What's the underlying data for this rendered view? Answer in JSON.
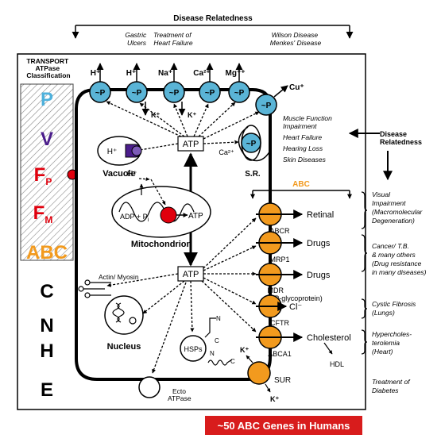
{
  "header": {
    "disease_relatedness": "Disease Relatedness",
    "gastric_ulcers": "Gastric\nUlcers",
    "heart_failure_treatment": "Treatment of\nHeart Failure",
    "wilson_menkes": "Wilson Disease\nMenkes' Disease"
  },
  "left_panel": {
    "title": "TRANSPORT\nATPase\nClassification",
    "class_p": "P",
    "class_v": "V",
    "class_fp": "F",
    "class_fp_sub": "P",
    "class_fm": "F",
    "class_fm_sub": "M",
    "class_abc": "ABC",
    "class_c": "C",
    "class_n": "N",
    "class_h": "H",
    "class_e": "E"
  },
  "pumps": {
    "p_label": "~P",
    "h1": "H⁺",
    "h2": "H⁺",
    "na": "Na⁺",
    "ca": "Ca²⁺",
    "mg": "Mg⁺⁺",
    "cu": "Cu⁺",
    "k1": "K⁺",
    "k2": "K⁺"
  },
  "cell": {
    "atp_top": "ATP",
    "atp_mid": "ATP",
    "vacuole": "Vacuole",
    "vacuole_h": "H⁺",
    "sr": "S.R.",
    "sr_ca": "Ca²⁺",
    "mito_h": "H⁺",
    "mito_adp": "ADP + P",
    "mito_adp_sub": "i",
    "mito_atp": "ATP",
    "mitochondrion": "Mitochondrion",
    "actin": "Actin/ Myosin",
    "nucleus": "Nucleus",
    "hsps": "HSPs",
    "hsp_n": "N",
    "hsp_c": "C",
    "hsp_n2": "N",
    "hsp_c2": "C",
    "ecto": "Ecto\nATPase"
  },
  "abc": {
    "label": "ABC",
    "transporters": [
      {
        "name": "ABCR",
        "substrate": "Retinal"
      },
      {
        "name": "MRP1",
        "substrate": "Drugs"
      },
      {
        "name": "MDR\n(P-glycoprotein)",
        "substrate": "Drugs"
      },
      {
        "name": "CFTR",
        "substrate": "Cl⁻"
      },
      {
        "name": "ABCA1",
        "substrate": "Cholesterol"
      }
    ],
    "hdl": "HDL",
    "sur": "SUR",
    "sur_k_in": "K⁺",
    "sur_k_out": "K⁺"
  },
  "right_diseases": {
    "p_type_list": "Muscle Function\nImpairment\nHeart Failure\nHearing Loss\nSkin Diseases",
    "disease_relatedness": "Disease\nRelatedness",
    "visual": "Visual\nImpairment\n(Macromolecular\nDegeneration)",
    "cancer": "Cancer/ T.B.\n& many others\n(Drug resistance\nin many diseases)",
    "cystic": "Cystic Fibrosis\n(Lungs)",
    "hyperchol": "Hypercholes-\nterolemia\n(Heart)",
    "diabetes": "Treatment of\nDiabetes"
  },
  "footer": {
    "banner": "~50 ABC Genes in Humans"
  },
  "colors": {
    "pump_blue": "#5ab4d6",
    "abc_orange": "#f29a1e",
    "p_blue": "#4fb1dc",
    "v_purple": "#4b1d8c",
    "f_red": "#e0000d",
    "banner_red": "#d81c1c"
  }
}
